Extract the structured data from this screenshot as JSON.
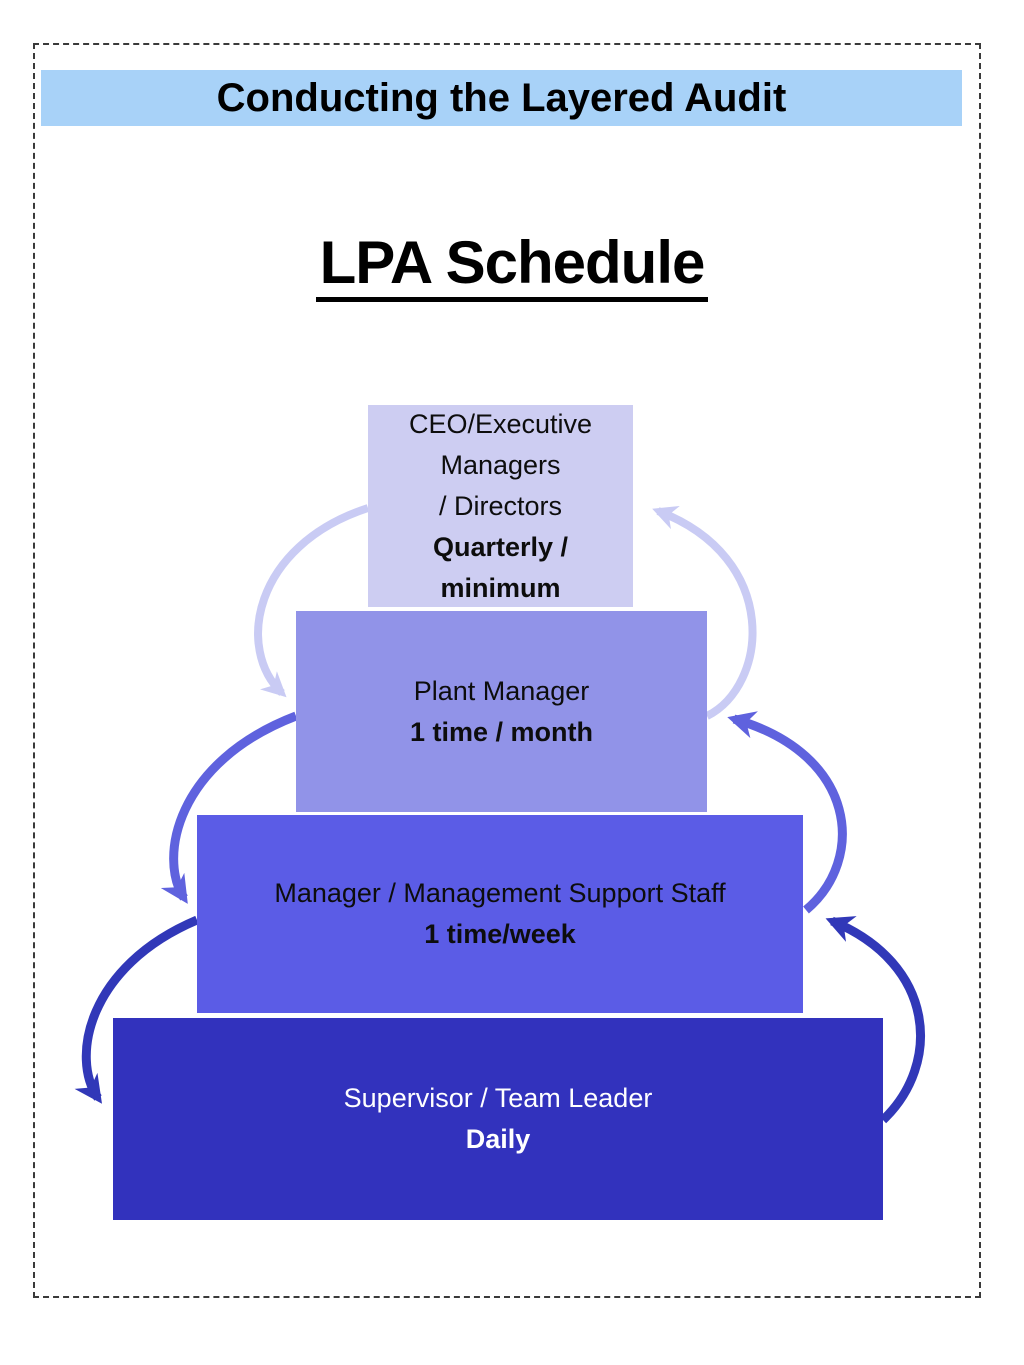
{
  "slide": {
    "header": {
      "title": "Conducting the Layered Audit",
      "bg_color": "#a8d2f8"
    },
    "heading": {
      "text": "LPA Schedule"
    }
  },
  "pyramid": {
    "levels": [
      {
        "id": "ceo-executive",
        "role_lines": [
          "CEO/Executive",
          "Managers",
          "/ Directors"
        ],
        "frequency_lines": [
          "Quarterly /",
          "minimum"
        ],
        "fill": "#cdcdf2",
        "text_color": "#0d0d0d"
      },
      {
        "id": "plant-manager",
        "role_lines": [
          "Plant Manager"
        ],
        "frequency_lines": [
          "1 time / month"
        ],
        "fill": "#9193e8",
        "text_color": "#0d0d0d"
      },
      {
        "id": "manager-support-staff",
        "role_lines": [
          "Manager / Management Support Staff"
        ],
        "frequency_lines": [
          "1 time/week"
        ],
        "fill": "#5b5ce6",
        "text_color": "#0d0d0d"
      },
      {
        "id": "supervisor-team-leader",
        "role_lines": [
          "Supervisor / Team Leader"
        ],
        "frequency_lines": [
          "Daily"
        ],
        "fill": "#3232bd",
        "text_color": "#ffffff"
      }
    ],
    "loop_arrow_colors": [
      "#c9cbf4",
      "#5f62de",
      "#3138b8"
    ]
  }
}
